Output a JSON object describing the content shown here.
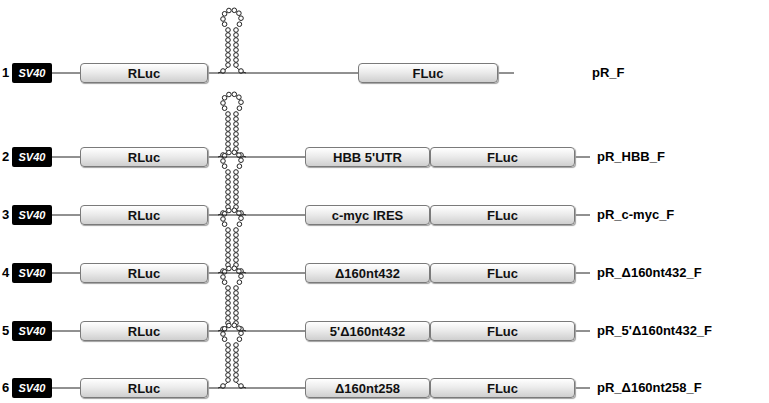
{
  "diagram": {
    "nodes": [
      {
        "text": [
          "SV40"
        ]
      },
      {
        "text": [
          "RLuc"
        ]
      },
      {
        "text": [
          "FLuc"
        ]
      },
      {
        "text": [
          "SV40"
        ]
      },
      {
        "text": [
          "RLuc"
        ]
      },
      {
        "text": [
          "HBB 5'UTR"
        ]
      },
      {
        "text": [
          "FLuc"
        ]
      },
      {
        "text": [
          "SV40"
        ]
      },
      {
        "text": [
          "RLuc"
        ]
      },
      {
        "text": [
          "c-myc IRES"
        ]
      },
      {
        "text": [
          "FLuc"
        ]
      },
      {
        "text": [
          "SV40"
        ]
      },
      {
        "text": [
          "RLuc"
        ]
      },
      {
        "text": [
          "Δ160nt432"
        ]
      },
      {
        "text": [
          "FLuc"
        ]
      },
      {
        "text": [
          "SV40"
        ]
      },
      {
        "text": [
          "RLuc"
        ]
      },
      {
        "text": [
          "5'Δ160nt432"
        ]
      },
      {
        "text": [
          "FLuc"
        ]
      },
      {
        "text": [
          "SV40"
        ]
      },
      {
        "text": [
          "RLuc"
        ]
      },
      {
        "text": [
          "Δ160nt258"
        ]
      },
      {
        "text": [
          "FLuc"
        ]
      }
    ],
    "edges": [
      {
        "from": 0,
        "to": 1,
        "arrow": "none"
      },
      {
        "from": 1,
        "to": 2,
        "arrow": "none"
      },
      {
        "from": 3,
        "to": 4,
        "arrow": "none"
      },
      {
        "from": 4,
        "to": 5,
        "arrow": "none"
      },
      {
        "from": 5,
        "to": 6,
        "arrow": "none"
      },
      {
        "from": 7,
        "to": 8,
        "arrow": "none"
      },
      {
        "from": 8,
        "to": 9,
        "arrow": "none"
      },
      {
        "from": 9,
        "to": 10,
        "arrow": "none"
      },
      {
        "from": 11,
        "to": 12,
        "arrow": "none"
      },
      {
        "from": 12,
        "to": 13,
        "arrow": "none"
      },
      {
        "from": 13,
        "to": 14,
        "arrow": "none"
      },
      {
        "from": 15,
        "to": 16,
        "arrow": "none"
      },
      {
        "from": 16,
        "to": 17,
        "arrow": "none"
      },
      {
        "from": 17,
        "to": 18,
        "arrow": "none"
      },
      {
        "from": 19,
        "to": 20,
        "arrow": "none"
      },
      {
        "from": 20,
        "to": 21,
        "arrow": "none"
      },
      {
        "from": 21,
        "to": 22,
        "arrow": "none"
      }
    ],
    "labels": [
      "1",
      "pR_F",
      "2",
      "pR_HBB_F",
      "3",
      "pR_c-myc_F",
      "4",
      "pR_Δ160nt432_F",
      "5",
      "pR_5'Δ160nt432_F",
      "6",
      "pR_Δ160nt258_F"
    ]
  }
}
